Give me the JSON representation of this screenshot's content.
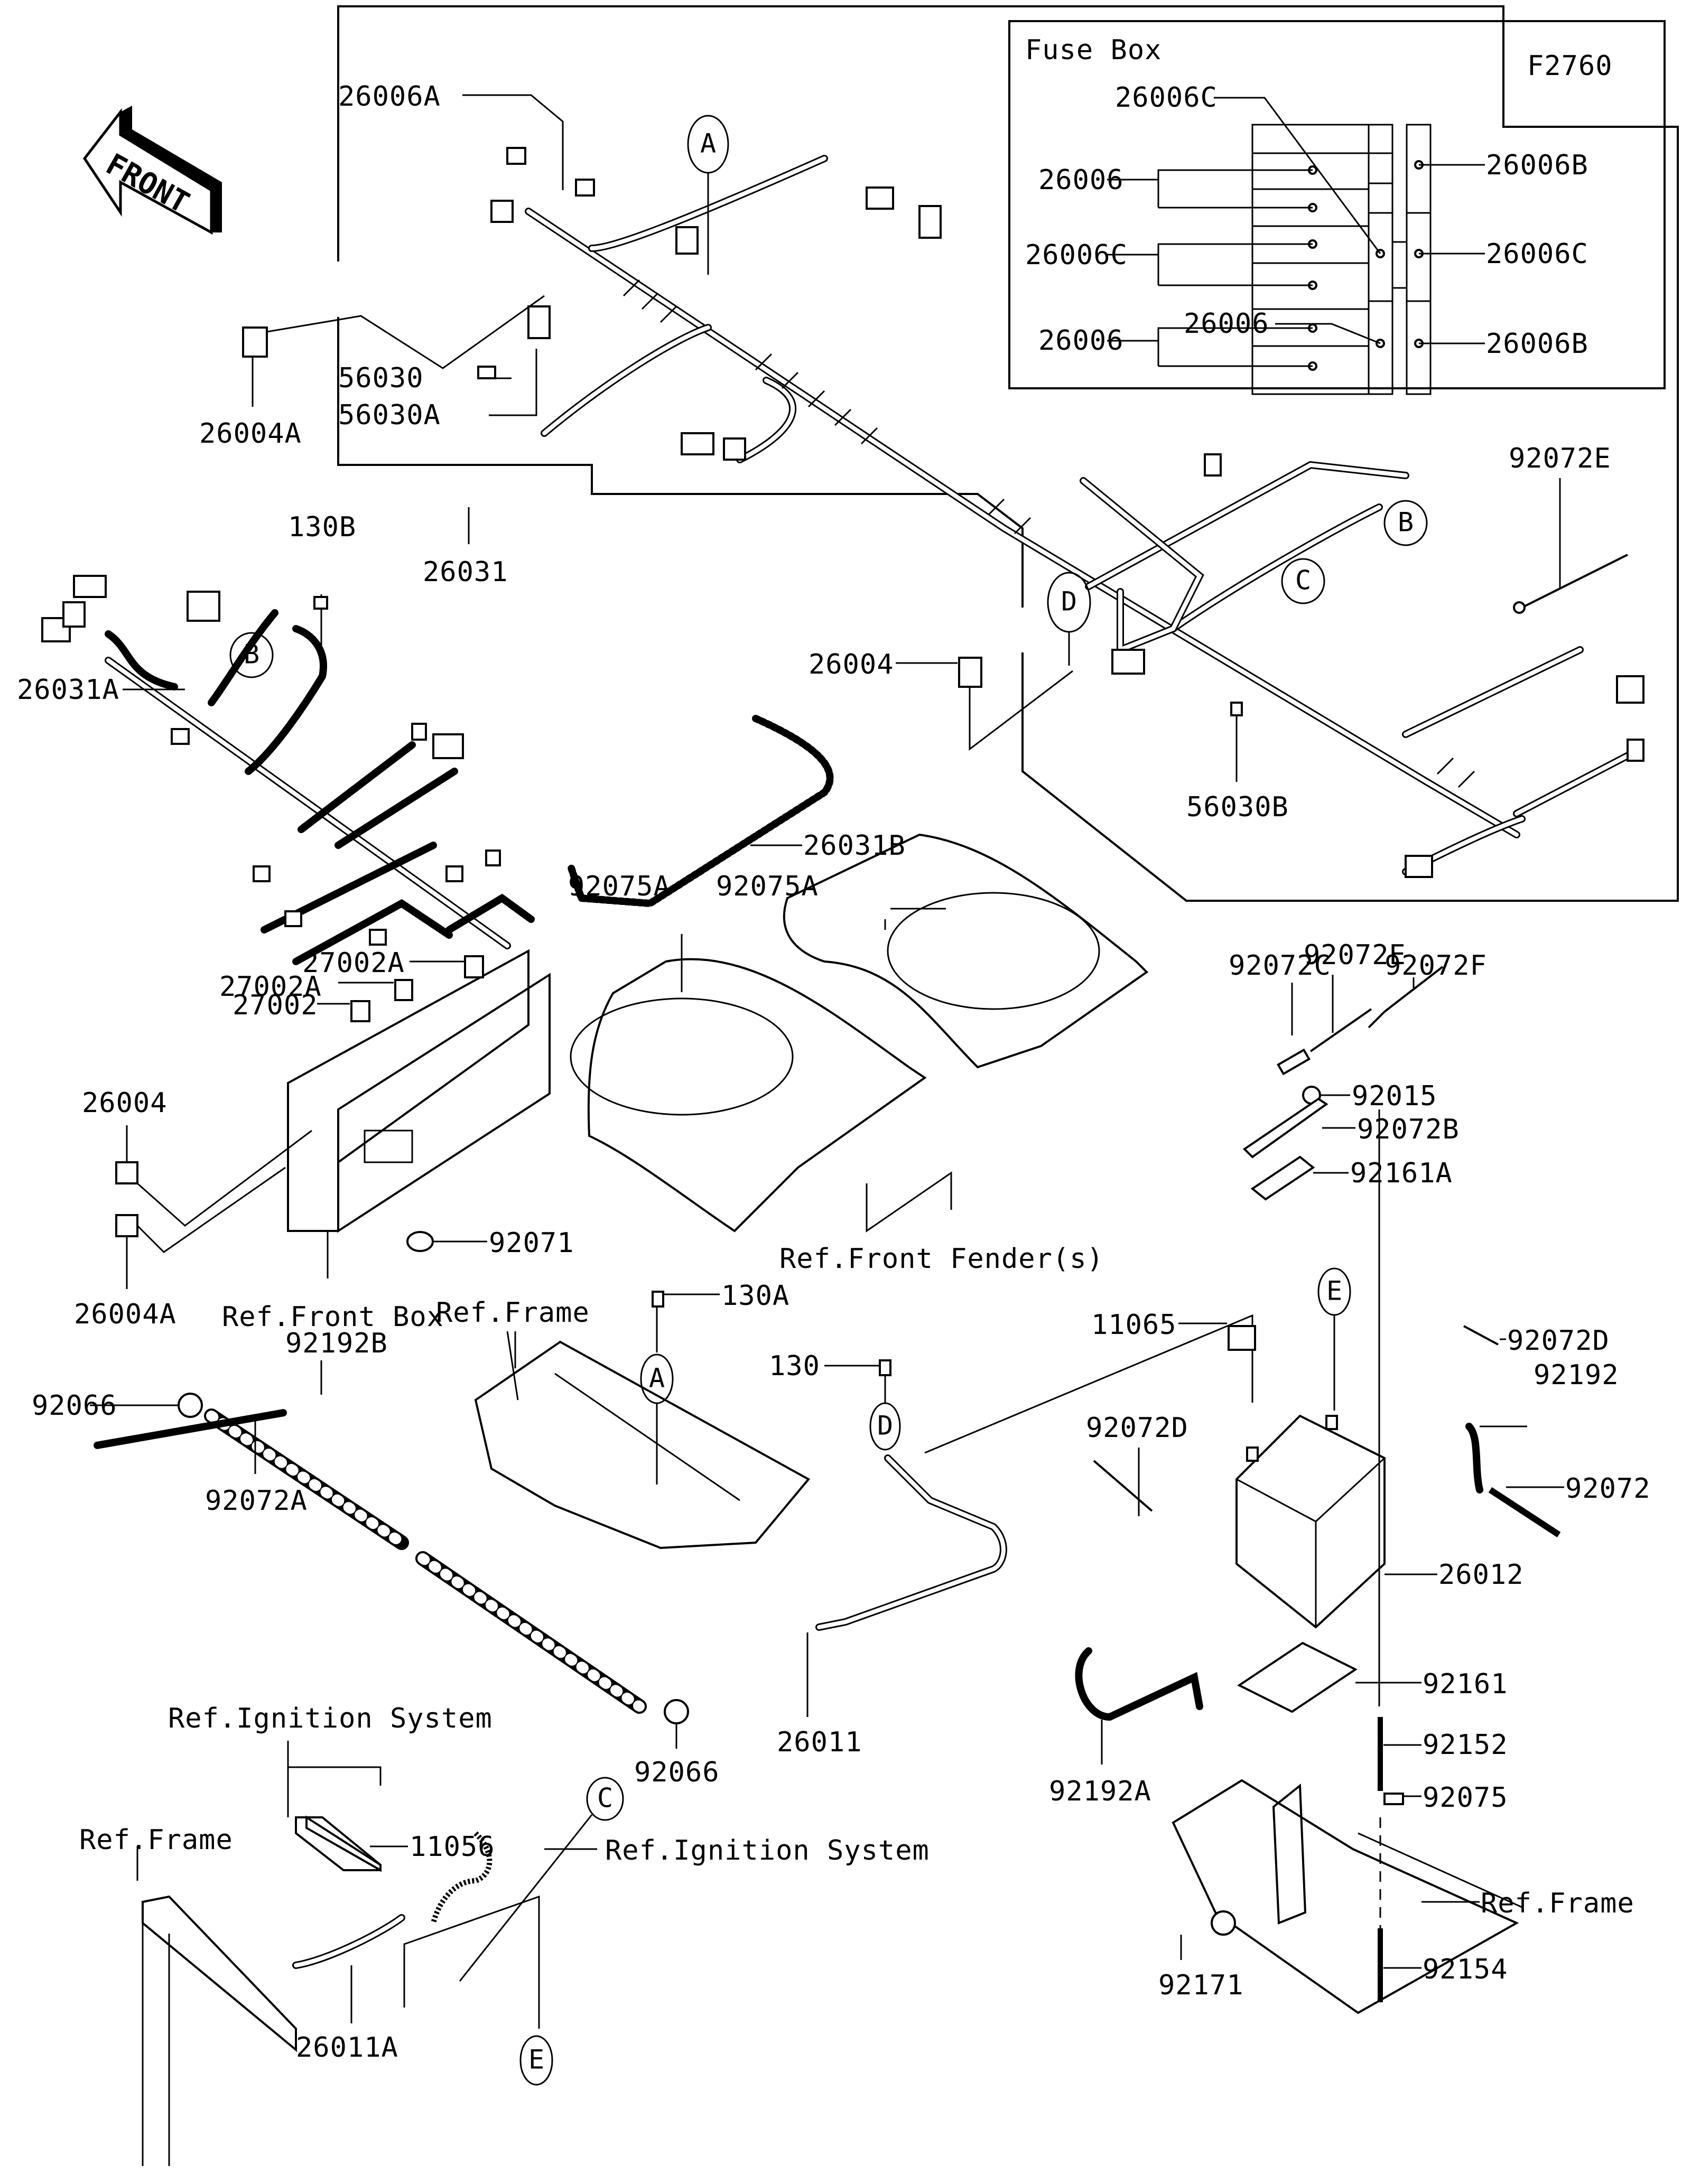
{
  "diagram": {
    "figure_code": "F2760",
    "front_arrow_text": "FRONT",
    "fuse_box": {
      "title": "Fuse Box",
      "labels": {
        "left_top": "26006",
        "left_mid": "26006C",
        "left_bottom": "26006",
        "top_center": "26006C",
        "bottom_center": "26006",
        "right_top": "26006B",
        "right_mid": "26006C",
        "right_bottom": "26006B"
      }
    },
    "callouts": {
      "A_top": "A",
      "A_frame": "A",
      "B_harness": "B",
      "B_sub": "B",
      "C_harness": "C",
      "C_ignition": "C",
      "D_harness": "D",
      "D_cable": "D",
      "E_battery": "E",
      "E_bottom": "E"
    },
    "part_labels": {
      "p26006A": "26006A",
      "p26004A_top": "26004A",
      "p56030": "56030",
      "p56030A": "56030A",
      "p26031": "26031",
      "p130B": "130B",
      "p26031A": "26031A",
      "p26004_mid": "26004",
      "p56030B": "56030B",
      "p26031B": "26031B",
      "p92072E_top": "92072E",
      "p92075A_right": "92075A",
      "p92075A_left": "92075A",
      "p27002A_1": "27002A",
      "p27002A_2": "27002A",
      "p27002": "27002",
      "p26004_left": "26004",
      "p26004A_left": "26004A",
      "p92071": "92071",
      "p92072C": "92072C",
      "p92072E": "92072E",
      "p92072F": "92072F",
      "p92015": "92015",
      "p92072B": "92072B",
      "p92161A": "92161A",
      "p130A": "130A",
      "p11065": "11065",
      "p92066_left": "92066",
      "p92192B": "92192B",
      "p92072A": "92072A",
      "p92066_right": "92066",
      "p130": "130",
      "p92072D_right": "92072D",
      "p92192": "92192",
      "p92072": "92072",
      "p92072D_left": "92072D",
      "p26012": "26012",
      "p26011": "26011",
      "p92161": "92161",
      "p92152": "92152",
      "p92192A": "92192A",
      "p11056": "11056",
      "p92075": "92075",
      "p26011A": "26011A",
      "p92171": "92171",
      "p92154": "92154"
    },
    "reference_labels": {
      "front_fenders": "Ref.Front Fender(s)",
      "frame_mid": "Ref.Frame",
      "front_box": "Ref.Front Box",
      "ignition_top": "Ref.Ignition System",
      "ignition_right": "Ref.Ignition System",
      "frame_bottom_left": "Ref.Frame",
      "frame_bottom_right": "Ref.Frame"
    }
  }
}
